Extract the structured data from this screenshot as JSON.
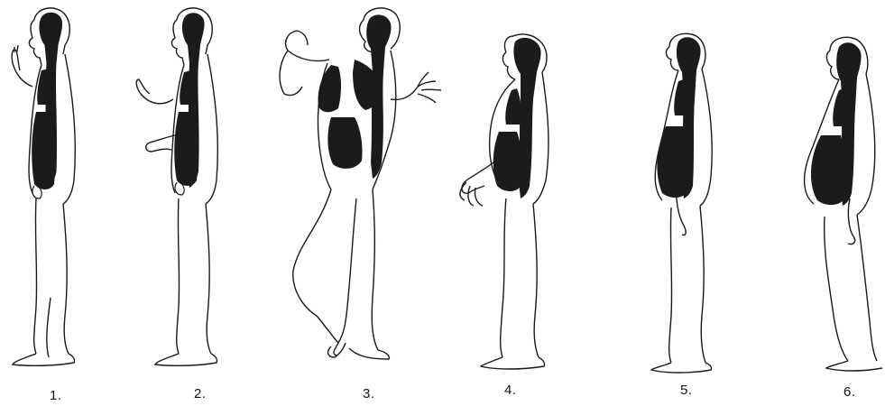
{
  "figures": [
    {
      "label": "1.",
      "posture": "upright, breathing normally, hand raised"
    },
    {
      "label": "2.",
      "posture": "upright, arms bent"
    },
    {
      "label": "3.",
      "posture": "startled, crouching, arms raised, lungs expanded"
    },
    {
      "label": "4.",
      "posture": "head tilted back, belly forward"
    },
    {
      "label": "5.",
      "posture": "relaxed, belly forward"
    },
    {
      "label": "6.",
      "posture": "slumped, knees bent, belly forward"
    }
  ],
  "colors": {
    "ink": "#1a1a1a",
    "organ": "#1b1b1b",
    "skin": "#ffffff"
  }
}
